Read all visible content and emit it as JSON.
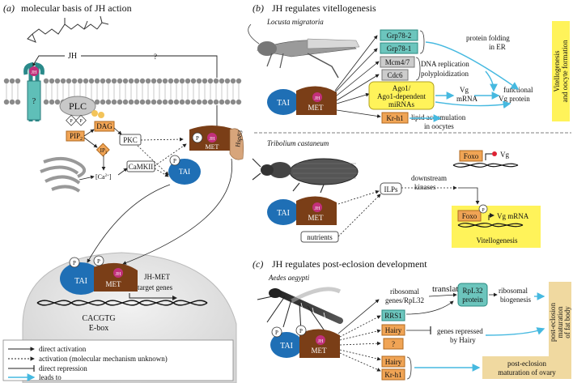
{
  "panel_a": {
    "label": "(a)",
    "title": "molecular basis of JH action",
    "jh_top": "JH",
    "question1": "?",
    "question2": "?",
    "receptor_jh": "JH",
    "receptor_q": "?",
    "plc": "PLC",
    "p1": "P",
    "p2": "P",
    "pip2": "PIP",
    "pip2_sub": "2",
    "dag": "DAG",
    "ip3": "IP",
    "ip3_sub": "3",
    "pkc": "PKC",
    "camkii": "CaMKII",
    "ca": "[Ca",
    "ca_sup": "2+",
    "ca_end": "]",
    "p_met": "P",
    "jh_met": "JH",
    "met": "MET",
    "hsp83": "Hsp83",
    "p_tai": "P",
    "tai": "TAI",
    "nuc_p1": "P",
    "nuc_p2": "P",
    "nuc_tai": "TAI",
    "nuc_jh": "JH",
    "nuc_met": "MET",
    "target1": "JH-MET",
    "target2": "target genes",
    "cacgtg": "CACGTG",
    "ebox": "E-box"
  },
  "legend": {
    "items": [
      "direct activation",
      "activation (molecular mechanism unknown)",
      "direct repression",
      "leads to"
    ]
  },
  "panel_b": {
    "label": "(b)",
    "title": "JH regulates vitellogenesis",
    "species1": "Locusta migratoria",
    "tai": "TAI",
    "jh": "JH",
    "met": "MET",
    "grp2": "Grp78-2",
    "grp1": "Grp78-1",
    "mcm": "Mcm4/7",
    "cdc6": "Cdc6",
    "ago1": "Ago1/",
    "ago2": "Ago1-dependent",
    "ago3": "miRNAs",
    "kr": "Kr-h1",
    "pf1": "protein folding",
    "pf2": "in ER",
    "dna": "DNA replication",
    "poly": "polyploidization",
    "vg1": "Vg",
    "vg2": "mRNA",
    "fv1": "functional",
    "fv2": "Vg protein",
    "lip1": "lipid accumulation",
    "lip2": "in oocytes",
    "side1": "Vitellogenesis",
    "side2": "and oocyte formation",
    "species2": "Tribolium castaneum",
    "tai2": "TAI",
    "jh2": "JH",
    "met2": "MET",
    "nutrients": "nutrients",
    "ilps": "ILPs",
    "down1": "downstream",
    "down2": "kinases",
    "foxo1": "Foxo",
    "vg_rep": "Vg",
    "foxo2": "Foxo",
    "p_foxo": "P",
    "vgm": "Vg mRNA",
    "vitello": "Vitellogenesis"
  },
  "panel_c": {
    "label": "(c)",
    "title": "JH regulates post-eclosion development",
    "species": "Aedes aegypti",
    "p1": "P",
    "p2": "P",
    "tai": "TAI",
    "jh": "JH",
    "met": "MET",
    "ribo1": "ribosomal",
    "ribo2": "genes/RpL32",
    "translation": "translation",
    "rpl1": "RpL32",
    "rpl2": "protein",
    "rb1": "ribosomal",
    "rb2": "biogenesis",
    "rrs1": "RRS1",
    "hairy": "Hairy",
    "q": "?",
    "rep1": "genes repressed",
    "rep2": "by Hairy",
    "hairy2": "Hairy",
    "kr": "Kr-h1",
    "fb1": "post-eclosion",
    "fb2": "maturation",
    "fb3": "of fat body",
    "ov1": "post-eclosion",
    "ov2": "maturation of ovary"
  },
  "colors": {
    "tai": "#1f6fb5",
    "met": "#7a3e17",
    "jh": "#c2307a",
    "teal": "#6cc5bd",
    "orange": "#f0a455",
    "yellow": "#fff35a",
    "tan": "#f0d9a0",
    "arrow_blue": "#46b9e0"
  }
}
